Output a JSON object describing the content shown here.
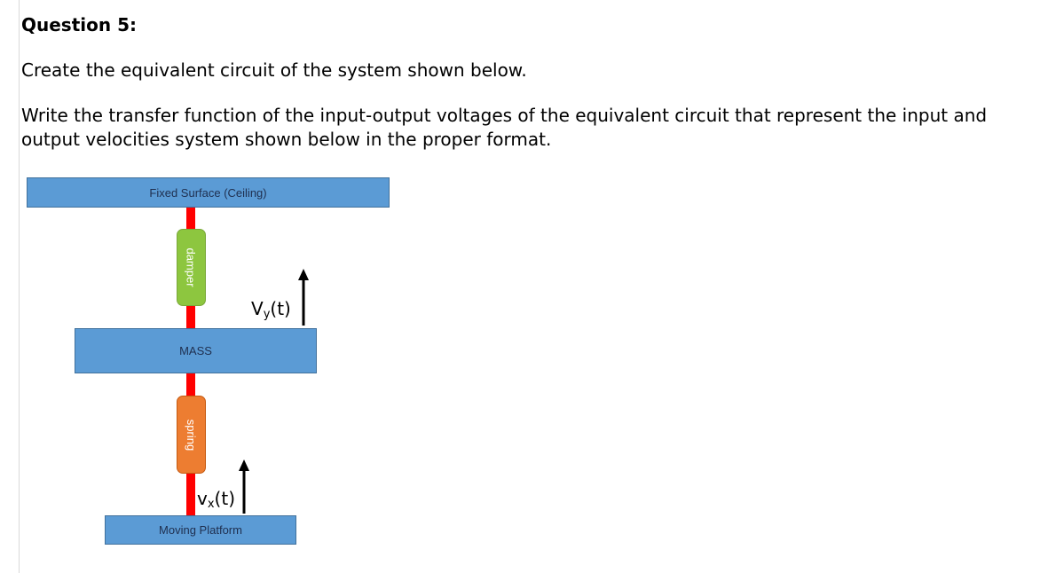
{
  "question": {
    "title": "Question 5:",
    "line1": "Create the equivalent circuit of the system shown below.",
    "line2": "Write the transfer function of the input-output voltages of the equivalent circuit that represent the input and output velocities system shown below in the proper format."
  },
  "diagram": {
    "ceiling_label": "Fixed Surface (Ceiling)",
    "damper_label": "damper",
    "mass_label": "MASS",
    "spring_label": "spring",
    "platform_label": "Moving Platform",
    "vy": {
      "base": "V",
      "sub": "y",
      "tail": "(t)"
    },
    "vx": {
      "base": "v",
      "sub": "x",
      "tail": "(t)"
    },
    "colors": {
      "block_fill": "#5b9bd5",
      "rod": "#ff0000",
      "damper_fill": "#8dc63f",
      "spring_fill": "#ed7d31"
    }
  }
}
